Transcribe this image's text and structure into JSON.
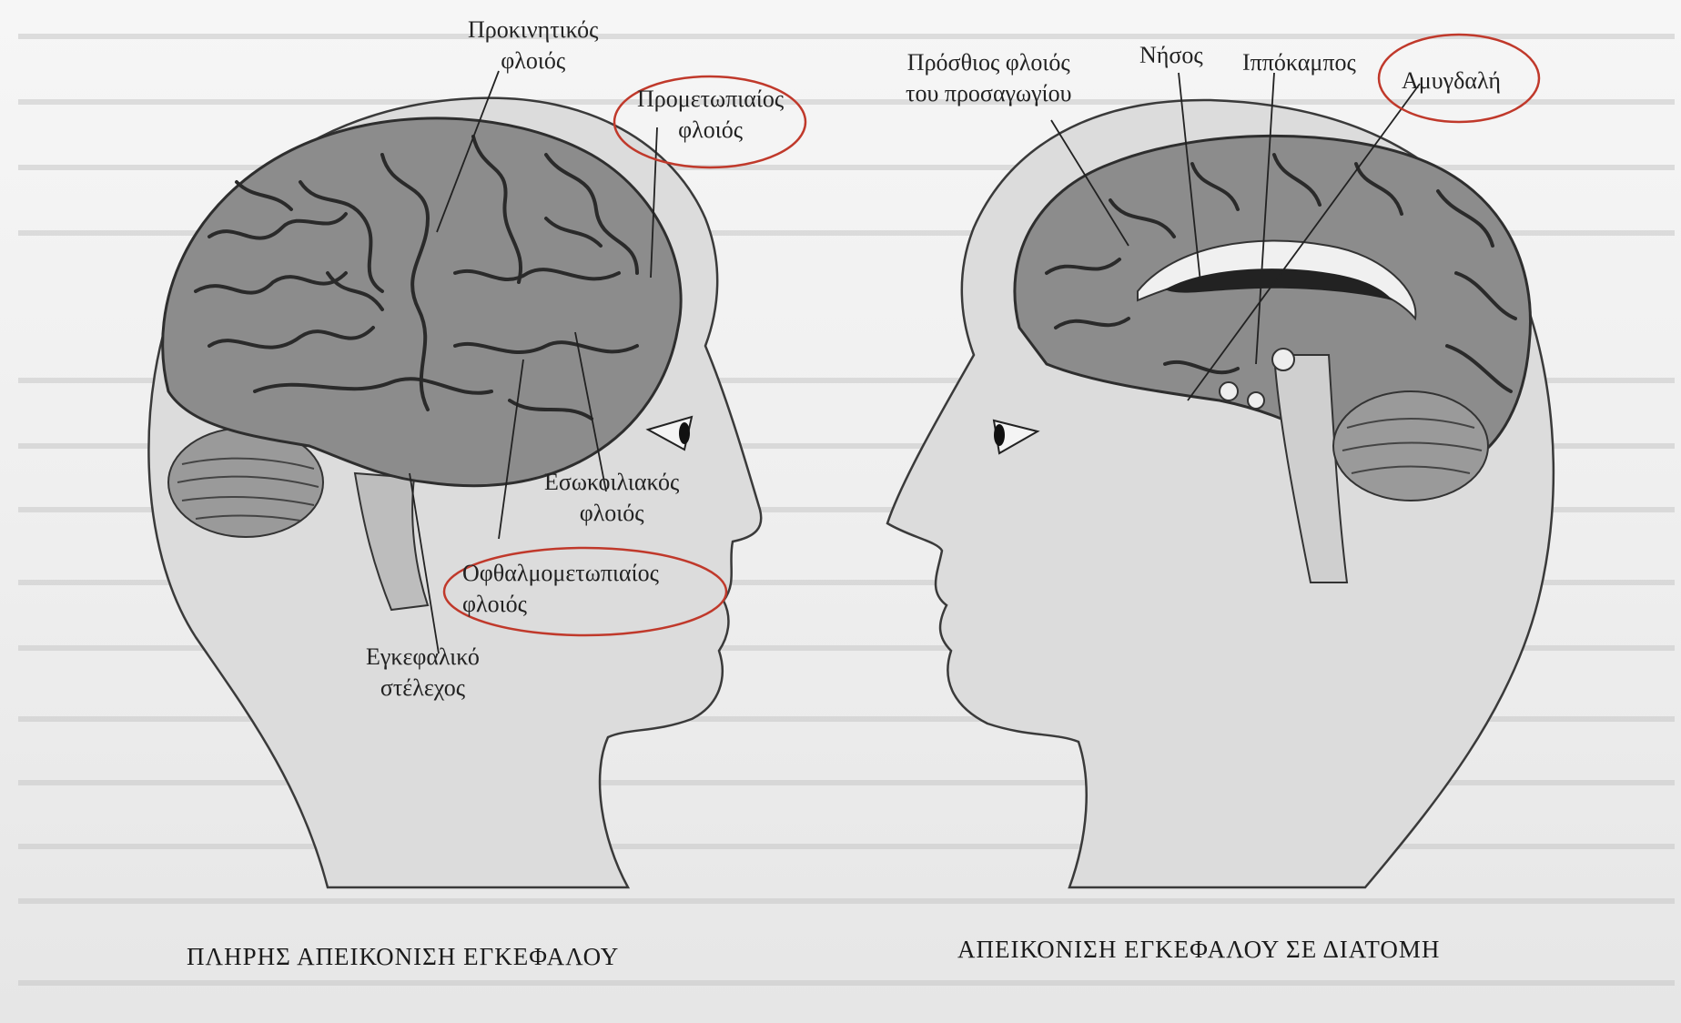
{
  "left_figure": {
    "labels": {
      "premotor_line1": "Προκινητικός",
      "premotor_line2": "φλοιός",
      "prefrontal_line1": "Προμετωπιαίος",
      "prefrontal_line2": "φλοιός",
      "ventromedial_line1": "Εσωκοιλιακός",
      "ventromedial_line2": "φλοιός",
      "orbitofrontal_line1": "Οφθαλμομετωπιαίος",
      "orbitofrontal_line2": "φλοιός",
      "brainstem_line1": "Εγκεφαλικό",
      "brainstem_line2": "στέλεχος"
    },
    "caption": "ΠΛΗΡΗΣ ΑΠΕΙΚΟΝΙΣΗ ΕΓΚΕΦΑΛΟΥ"
  },
  "right_figure": {
    "labels": {
      "acc_line1": "Πρόσθιος φλοιός",
      "acc_line2": "του προσαγωγίου",
      "insula": "Νήσος",
      "hippocampus": "Ιππόκαμπος",
      "amygdala": "Αμυγδαλή"
    },
    "caption": "ΑΠΕΙΚΟΝΙΣΗ ΕΓΚΕΦΑΛΟΥ ΣΕ ΔΙΑΤΟΜΗ"
  },
  "colors": {
    "highlight_ellipse": "#c0392b",
    "head_fill": "#d8d8d8",
    "brain_fill": "#8a8a8a",
    "outline": "#333333"
  }
}
